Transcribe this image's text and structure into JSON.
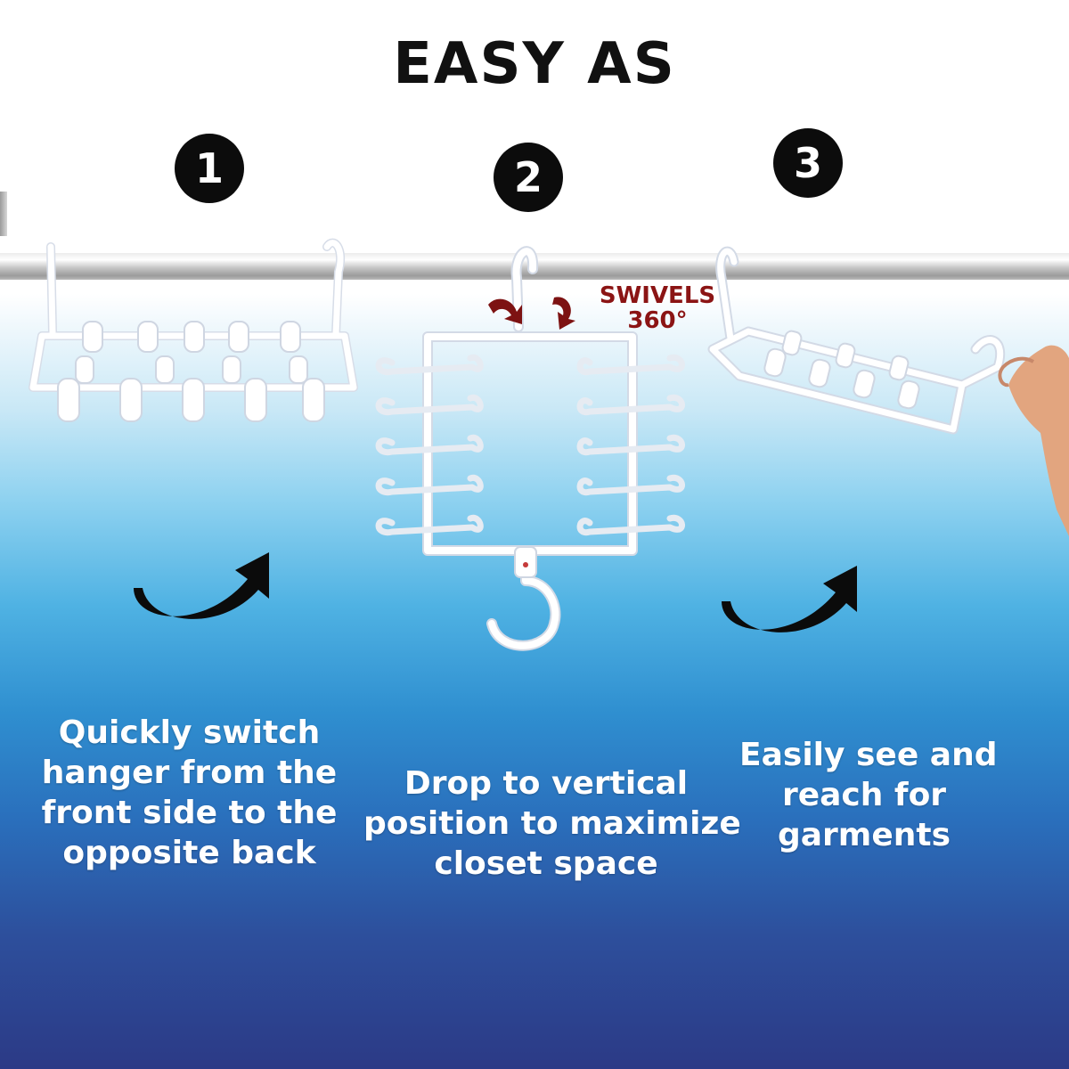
{
  "title": "EASY AS",
  "steps": [
    {
      "number": "1",
      "caption_lines": [
        "Quickly switch",
        "hanger from the",
        "front side to the",
        "opposite back"
      ]
    },
    {
      "number": "2",
      "caption_lines": [
        "Drop to vertical",
        "position to maximize",
        "closet space"
      ]
    },
    {
      "number": "3",
      "caption_lines": [
        "Easily see and",
        "reach for",
        "garments"
      ]
    }
  ],
  "swivel_label": {
    "line1": "SWIVELS",
    "line2": "360°"
  },
  "colors": {
    "title": "#111111",
    "step_circle": "#0c0c0c",
    "swivel_text": "#8b1414",
    "caption_text": "#ffffff",
    "background_bottom": "#2c3a86"
  }
}
